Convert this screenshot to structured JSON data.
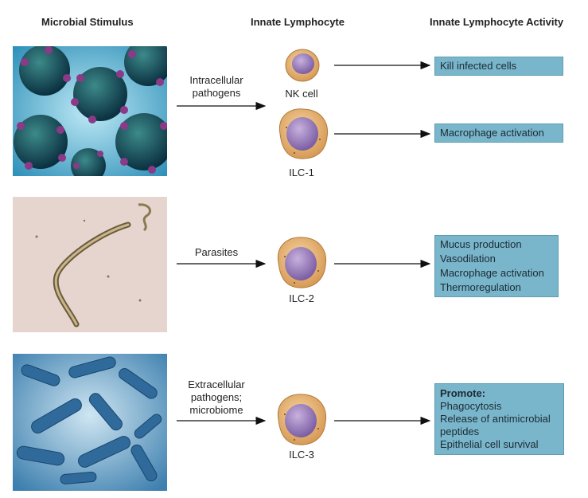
{
  "headers": {
    "stimulus": "Microbial Stimulus",
    "lymphocyte": "Innate Lymphocyte",
    "activity": "Innate Lymphocyte Activity"
  },
  "rows": [
    {
      "stimulus": [
        "Intracellular",
        "pathogens"
      ]
    },
    {
      "stimulus": [
        "Parasites"
      ]
    },
    {
      "stimulus": [
        "Extracellular",
        "pathogens;",
        "microbiome"
      ]
    }
  ],
  "cells": {
    "nk": "NK cell",
    "ilc1": "ILC-1",
    "ilc2": "ILC-2",
    "ilc3": "ILC-3"
  },
  "activities": {
    "nk": [
      "Kill infected cells"
    ],
    "ilc1": [
      "Macrophage activation"
    ],
    "ilc2": [
      "Mucus production",
      "Vasodilation",
      "Macrophage activation",
      "Thermoregulation"
    ],
    "ilc3_heading": "Promote:",
    "ilc3": [
      "Phagocytosis",
      "Release of antimicrobial",
      "peptides",
      "Epithelial cell survival"
    ]
  },
  "colors": {
    "activity_box": "#79b6cb",
    "cell_body": "#e9b87a",
    "nucleus": "#8e6fb0",
    "arrow": "#111111"
  }
}
